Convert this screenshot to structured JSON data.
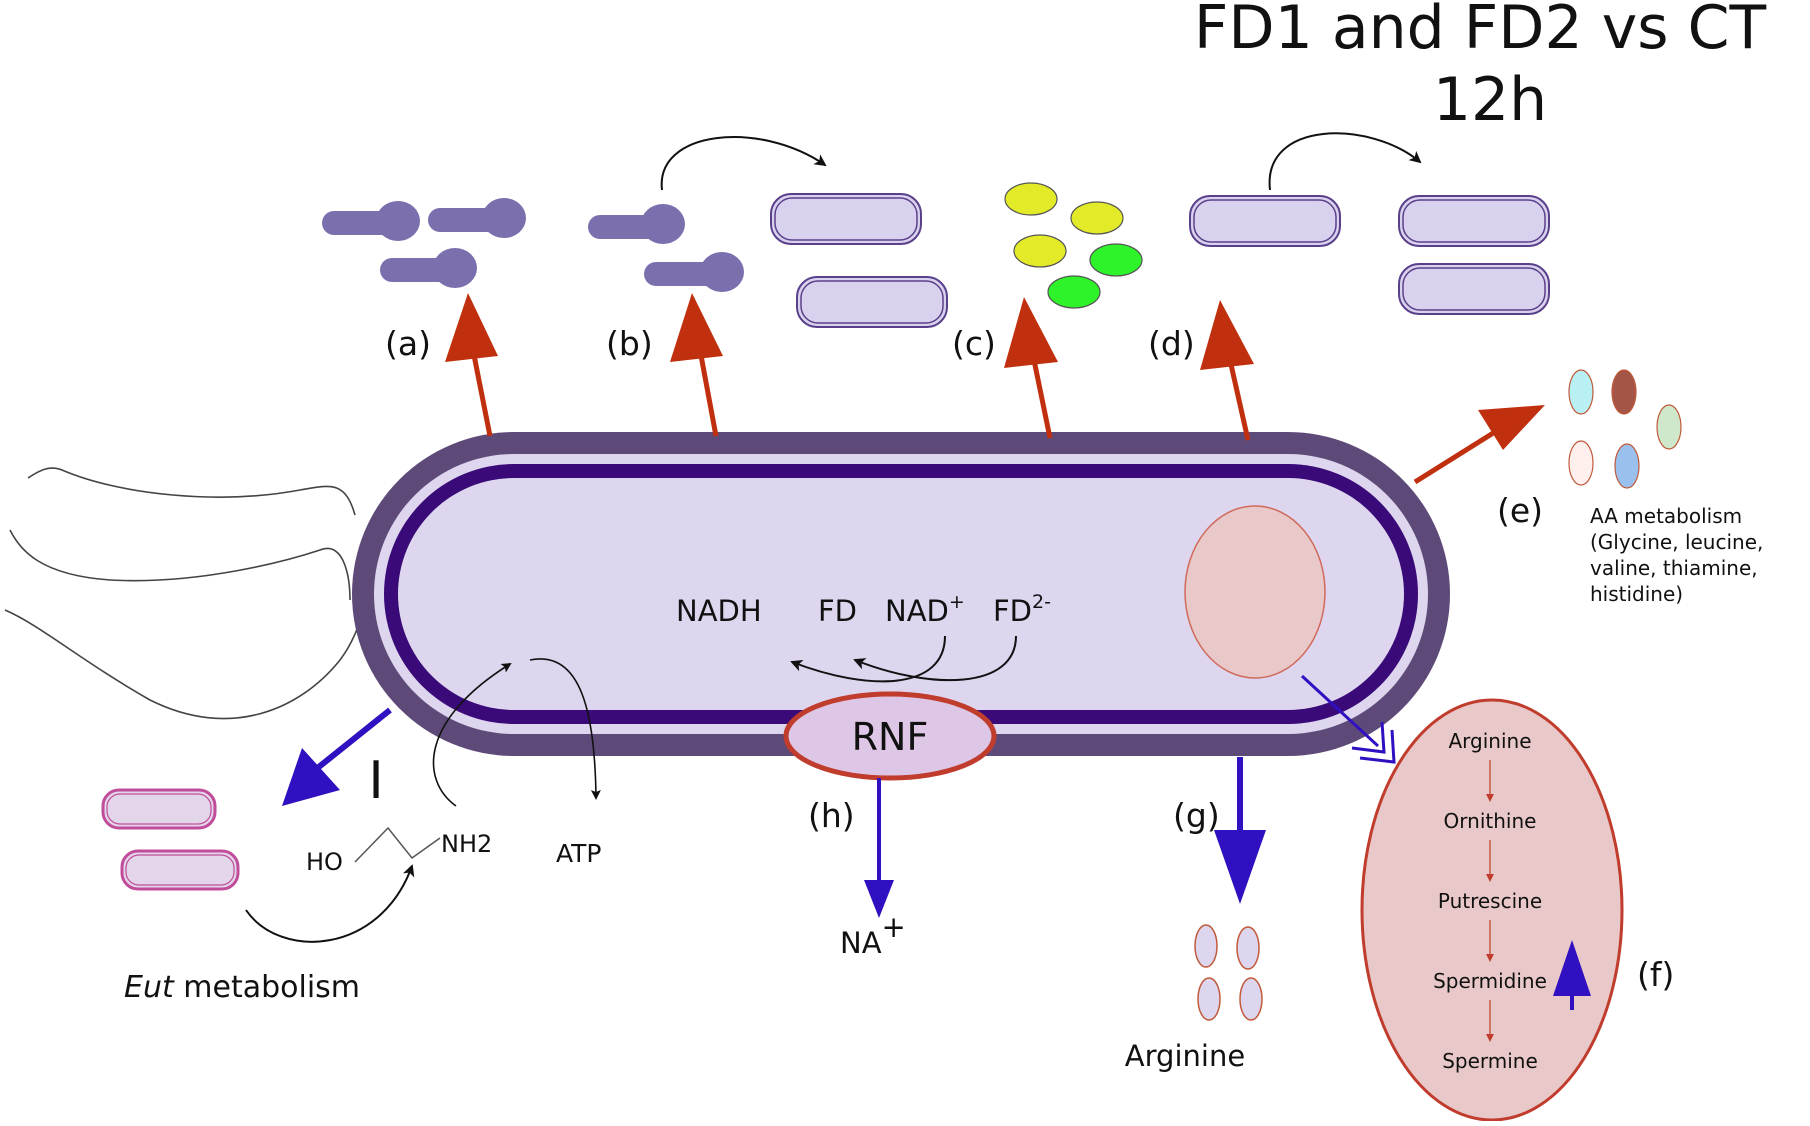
{
  "title": {
    "line1": "FD1 and FD2 vs CT",
    "line2": "12h"
  },
  "labels": {
    "a": "(a)",
    "b": "(b)",
    "c": "(c)",
    "d": "(d)",
    "e": "(e)",
    "f": "(f)",
    "g": "(g)",
    "h": "(h)"
  },
  "cell": {
    "nadh": "NADH",
    "fd": "FD",
    "nad_base": "NAD",
    "nad_sup": "+",
    "fd2_base": "FD",
    "fd2_sup": "2-",
    "rnf": "RNF",
    "atp": "ATP",
    "inhibit_symbol": "I"
  },
  "sodium": {
    "base": "NA",
    "sup": "+"
  },
  "eut": {
    "ho": "HO",
    "nh2": "NH2",
    "italic": "Eut",
    "rest": " metabolism"
  },
  "aa_metabolism": {
    "line1": "AA metabolism",
    "line2": "(Glycine, leucine,",
    "line3": "valine, thiamine,",
    "line4": "histidine)"
  },
  "arginine_export": "Arginine",
  "pathway": [
    "Arginine",
    "Ornithine",
    "Putrescine",
    "Spermidine",
    "Spermine"
  ],
  "colors": {
    "up_arrow": "#c0300f",
    "down_arrow": "#3010c0",
    "membrane_outer": "#5e4a78",
    "membrane_inner": "#3a0a78",
    "cytoplasm": "#ddd6ee",
    "body_fill": "#c8c0e6",
    "phage_fill": "#7b6fae",
    "pathway_fill": "#e8c8c8",
    "pathway_stroke": "#c03c2c",
    "yellow_cell": "#e3ea27",
    "green_cell": "#2ef22a"
  }
}
